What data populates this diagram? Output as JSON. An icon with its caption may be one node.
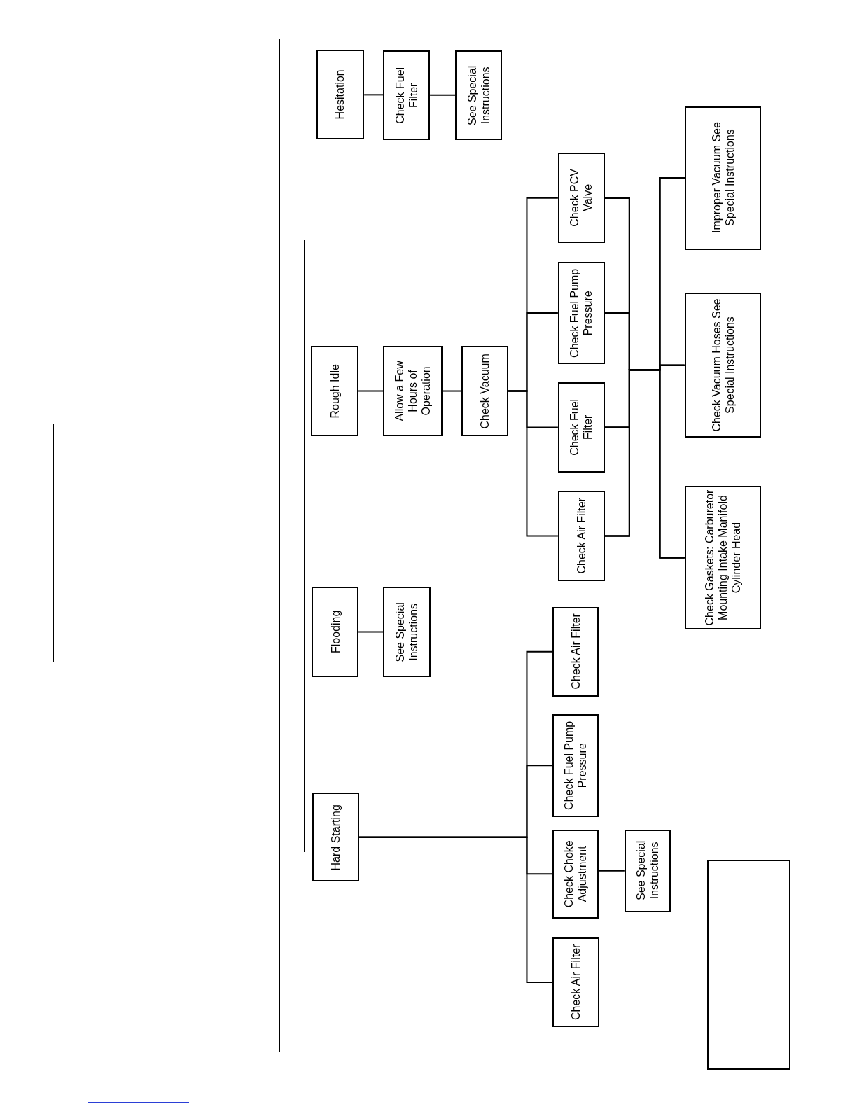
{
  "diagram": {
    "nodes": [
      {
        "text": [
          "Hesitation"
        ]
      },
      {
        "text": [
          "Check Fuel Filter"
        ]
      },
      {
        "text": [
          "See Special Instructions"
        ]
      },
      {
        "text": [
          "Rough Idle"
        ]
      },
      {
        "text": [
          "Allow a Few Hours of Operation"
        ]
      },
      {
        "text": [
          "Check Vacuum"
        ]
      },
      {
        "text": [
          "Check PCV Valve"
        ]
      },
      {
        "text": [
          "Check Fuel Pump Pressure"
        ]
      },
      {
        "text": [
          "Check Fuel Filter"
        ]
      },
      {
        "text": [
          "Check Air Filter"
        ]
      },
      {
        "text": [
          "Improper Vacuum See Special Instructions"
        ]
      },
      {
        "text": [
          "Check Vacuum Hoses See Special Instructions"
        ]
      },
      {
        "text": [
          "Check Gaskets: Carburetor Mounting Intake Manifold Cylinder Head"
        ]
      },
      {
        "text": [
          "Flooding"
        ]
      },
      {
        "text": [
          "See Special Instructions"
        ]
      },
      {
        "text": [
          "Hard Starting"
        ]
      },
      {
        "text": [
          "Check Air Filter"
        ]
      },
      {
        "text": [
          "Check Fuel Pump Pressure"
        ]
      },
      {
        "text": [
          "Check Choke Adjustment"
        ]
      },
      {
        "text": [
          "See Special Instructions"
        ]
      },
      {
        "text": [
          "Check Air Filter"
        ]
      },
      {
        "text": [],
        "shape": "box"
      }
    ],
    "edges": [
      {
        "from": 0,
        "to": 1,
        "arrow": "none"
      },
      {
        "from": 1,
        "to": 2,
        "arrow": "none"
      },
      {
        "from": 3,
        "to": 4,
        "arrow": "none"
      },
      {
        "from": 4,
        "to": 5,
        "arrow": "none"
      },
      {
        "from": 5,
        "to": 6,
        "arrow": "none"
      },
      {
        "from": 5,
        "to": 7,
        "arrow": "none"
      },
      {
        "from": 5,
        "to": 8,
        "arrow": "none"
      },
      {
        "from": 5,
        "to": 9,
        "arrow": "none"
      },
      {
        "from": 6,
        "to": 10,
        "arrow": "none"
      },
      {
        "from": 6,
        "to": 11,
        "arrow": "none"
      },
      {
        "from": 6,
        "to": 12,
        "arrow": "none"
      },
      {
        "from": 7,
        "to": 10,
        "arrow": "none"
      },
      {
        "from": 7,
        "to": 11,
        "arrow": "none"
      },
      {
        "from": 7,
        "to": 12,
        "arrow": "none"
      },
      {
        "from": 8,
        "to": 10,
        "arrow": "none"
      },
      {
        "from": 8,
        "to": 11,
        "arrow": "none"
      },
      {
        "from": 8,
        "to": 12,
        "arrow": "none"
      },
      {
        "from": 9,
        "to": 10,
        "arrow": "none"
      },
      {
        "from": 9,
        "to": 11,
        "arrow": "none"
      },
      {
        "from": 9,
        "to": 12,
        "arrow": "none"
      },
      {
        "from": 13,
        "to": 14,
        "arrow": "none"
      },
      {
        "from": 15,
        "to": 16,
        "arrow": "none"
      },
      {
        "from": 15,
        "to": 17,
        "arrow": "none"
      },
      {
        "from": 15,
        "to": 18,
        "arrow": "none"
      },
      {
        "from": 15,
        "to": 20,
        "arrow": "none"
      },
      {
        "from": 18,
        "to": 19,
        "arrow": "none"
      }
    ]
  }
}
